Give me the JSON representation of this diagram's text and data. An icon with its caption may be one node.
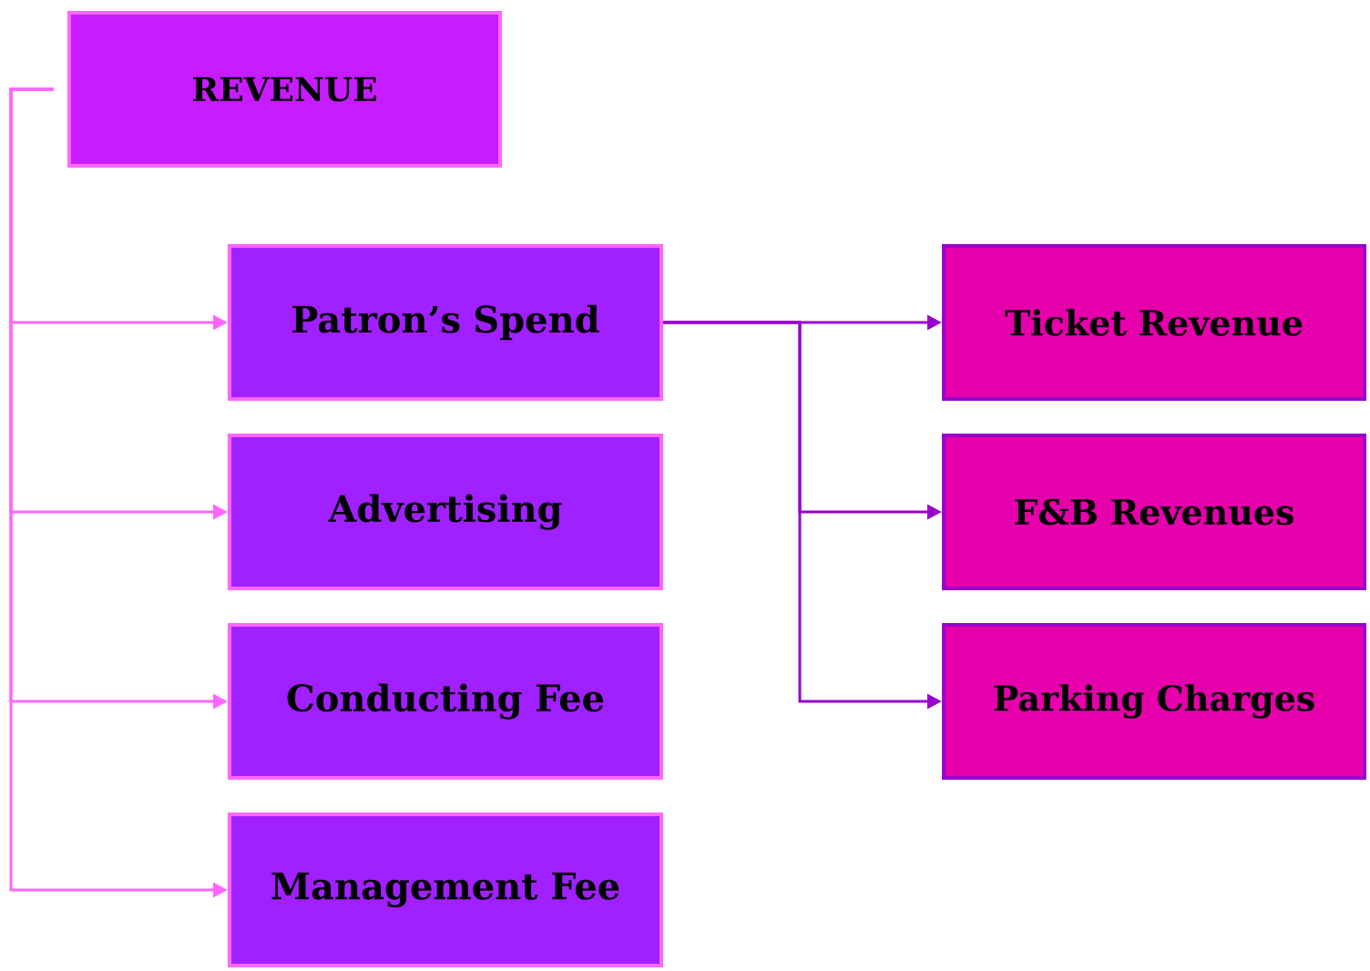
{
  "diagram": {
    "nodes": [
      {
        "text": [
          "REVENUE"
        ]
      },
      {
        "text": [
          "Patron’s Spend"
        ]
      },
      {
        "text": [
          "Advertising"
        ]
      },
      {
        "text": [
          "Conducting Fee"
        ]
      },
      {
        "text": [
          "Management Fee"
        ]
      },
      {
        "text": [
          "Ticket Revenue"
        ]
      },
      {
        "text": [
          "F&B Revenues"
        ]
      },
      {
        "text": [
          "Parking Charges"
        ]
      }
    ],
    "edges": [
      {
        "from": 0,
        "to": 1,
        "arrow": "to"
      },
      {
        "from": 0,
        "to": 2,
        "arrow": "to"
      },
      {
        "from": 0,
        "to": 3,
        "arrow": "to"
      },
      {
        "from": 0,
        "to": 4,
        "arrow": "to"
      },
      {
        "from": 1,
        "to": 5,
        "arrow": "to",
        "color": "#9900cc"
      },
      {
        "from": 1,
        "to": 6,
        "arrow": "to",
        "color": "#9900cc"
      },
      {
        "from": 1,
        "to": 7,
        "arrow": "to",
        "color": "#9900cc"
      }
    ]
  }
}
